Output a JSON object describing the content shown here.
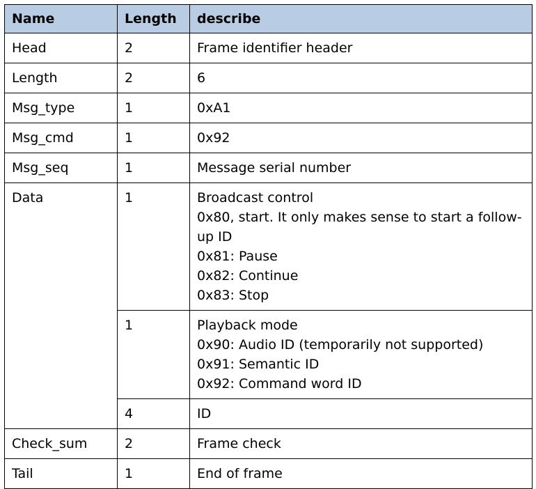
{
  "headers": {
    "name": "Name",
    "length": "Length",
    "describe": "describe"
  },
  "rows": {
    "head": {
      "name": "Head",
      "length": "2",
      "desc": "Frame identifier header"
    },
    "length": {
      "name": "Length",
      "length": "2",
      "desc": "6"
    },
    "msg_type": {
      "name": "Msg_type",
      "length": "1",
      "desc": "0xA1"
    },
    "msg_cmd": {
      "name": "Msg_cmd",
      "length": "1",
      "desc": "0x92"
    },
    "msg_seq": {
      "name": "Msg_seq",
      "length": "1",
      "desc": "Message serial number"
    },
    "data": {
      "name": "Data",
      "broadcast": {
        "length": "1",
        "lines": [
          "Broadcast control",
          "0x80, start. It only makes sense to start a follow-",
          "up ID",
          "0x81: Pause",
          "0x82: Continue",
          "0x83: Stop"
        ]
      },
      "playback": {
        "length": "1",
        "lines": [
          "Playback mode",
          "0x90: Audio ID (temporarily not supported)",
          "0x91: Semantic ID",
          "0x92: Command word ID"
        ]
      },
      "id": {
        "length": "4",
        "desc": "ID"
      }
    },
    "check_sum": {
      "name": "Check_sum",
      "length": "2",
      "desc": "Frame check"
    },
    "tail": {
      "name": "Tail",
      "length": "1",
      "desc": "End of frame"
    }
  }
}
